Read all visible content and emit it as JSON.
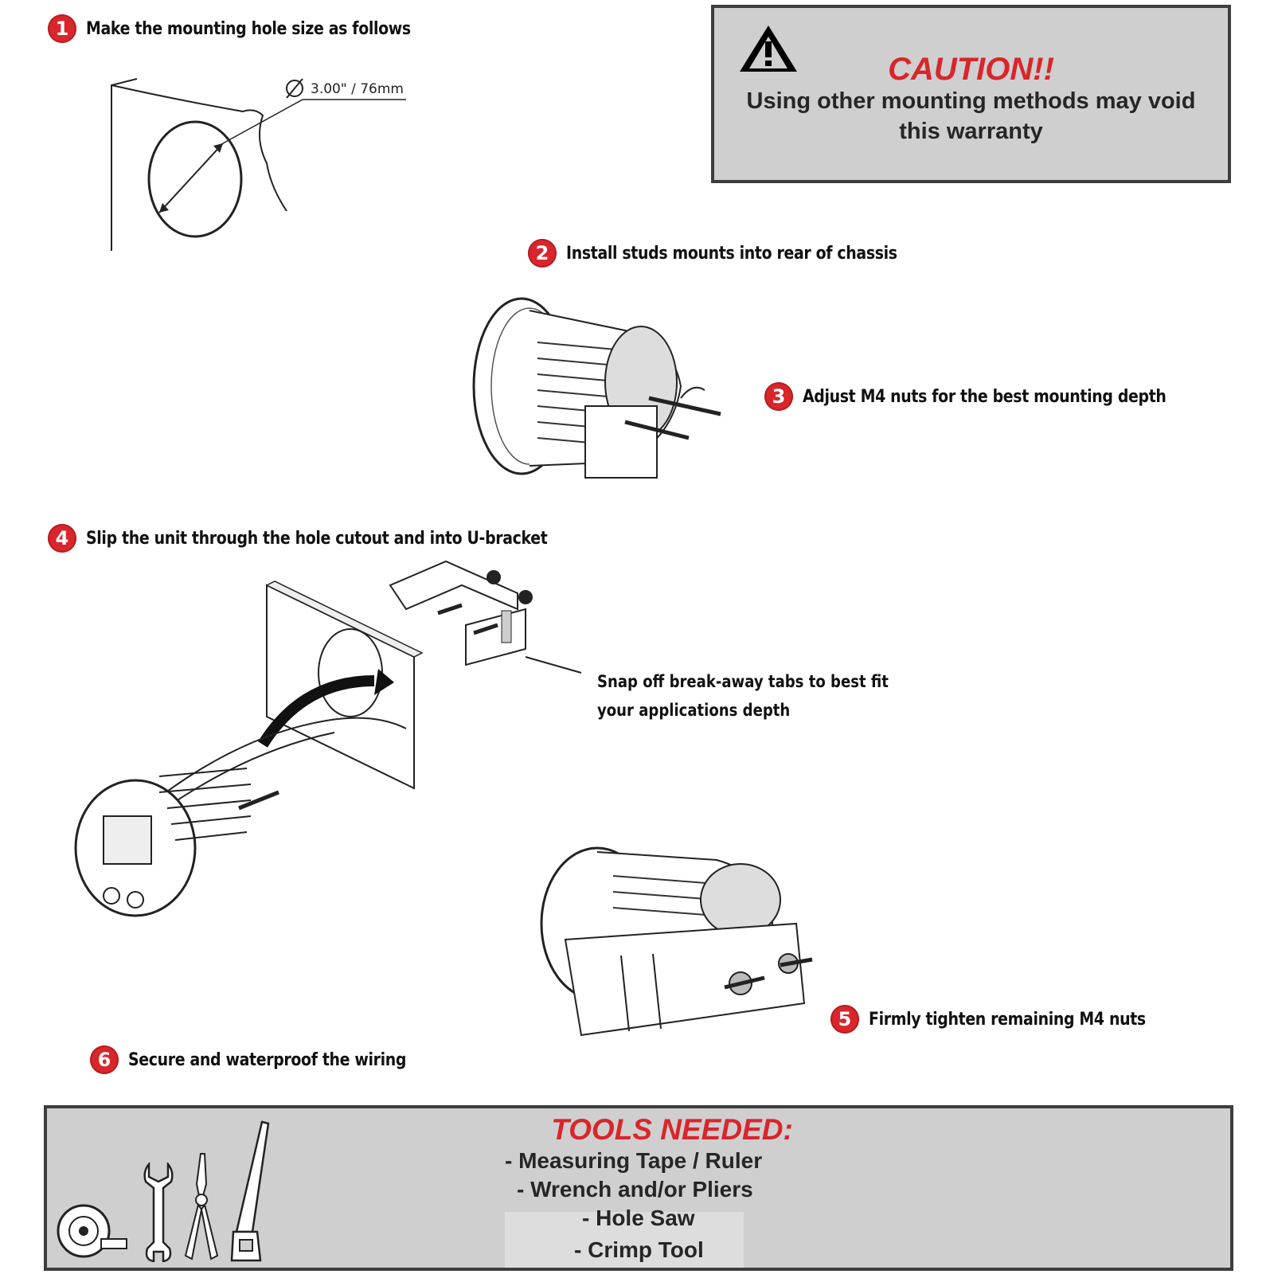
{
  "steps": [
    {
      "number": "1",
      "text": "Make the mounting hole size as follows"
    },
    {
      "number": "2",
      "text": "Install studs mounts into rear of chassis"
    },
    {
      "number": "3",
      "text": "Adjust M4 nuts for the best mounting depth"
    },
    {
      "number": "4",
      "text": "Slip the unit through the hole cutout and into U-bracket"
    },
    {
      "number": "5",
      "text": "Firmly tighten remaining M4 nuts"
    },
    {
      "number": "6",
      "text": "Secure and waterproof the wiring"
    }
  ],
  "hole_dimension": "3.00\" / 76mm",
  "tab_note": {
    "line1": "Snap off break-away tabs to best fit",
    "line2": "your applications depth"
  },
  "caution": {
    "title": "CAUTION!!",
    "line1": "Using other mounting methods may void",
    "line2": "this warranty"
  },
  "tools": {
    "title": "TOOLS NEEDED:",
    "items": [
      "- Measuring Tape / Ruler",
      "- Wrench and/or Pliers",
      "- Hole Saw",
      "- Crimp Tool"
    ]
  },
  "icons": [
    "warning-icon",
    "measuring-tape-icon",
    "wrench-icon",
    "pliers-icon",
    "saw-icon"
  ],
  "colors": {
    "accent": "#d8262c",
    "panel": "#cfcfcf",
    "border": "#3d3d3d"
  }
}
